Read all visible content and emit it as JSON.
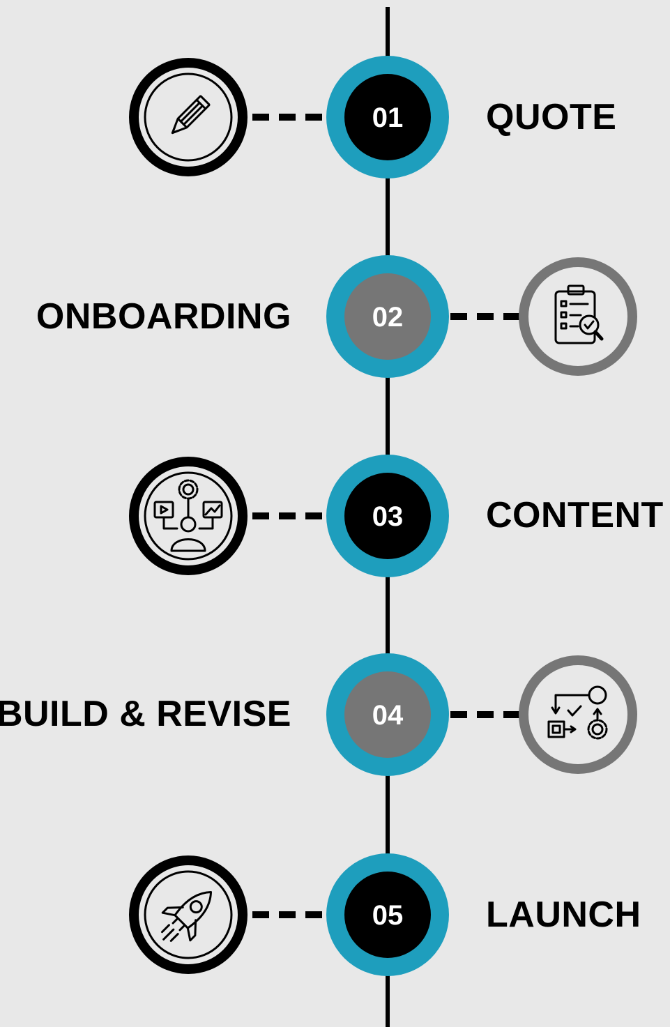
{
  "colors": {
    "background": "#e8e8e8",
    "timeline": "#000000",
    "ring": "#1e9ebd",
    "dark": "#000000",
    "gray": "#767676",
    "number_text": "#ffffff"
  },
  "steps": [
    {
      "number": "01",
      "label": "QUOTE",
      "icon": "pencil-icon",
      "tone": "dark"
    },
    {
      "number": "02",
      "label": "ONBOARDING",
      "icon": "clipboard-check-icon",
      "tone": "gray"
    },
    {
      "number": "03",
      "label": "CONTENT",
      "icon": "content-creator-icon",
      "tone": "dark"
    },
    {
      "number": "04",
      "label": "BUILD & REVISE",
      "icon": "workflow-icon",
      "tone": "gray"
    },
    {
      "number": "05",
      "label": "LAUNCH",
      "icon": "rocket-icon",
      "tone": "dark"
    }
  ]
}
